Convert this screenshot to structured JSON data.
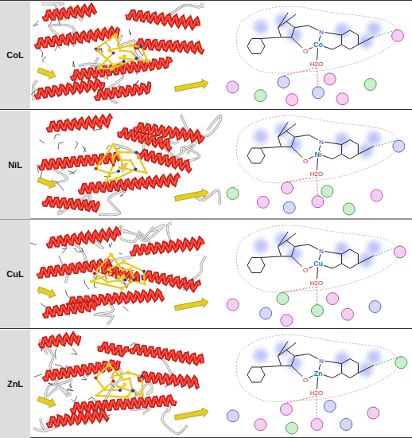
{
  "diagram": {
    "nodes": [
      {
        "text": [
          "CoL"
        ]
      },
      {
        "text": [
          "NiL"
        ]
      },
      {
        "text": [
          "CuL"
        ]
      },
      {
        "text": [
          "ZnL"
        ]
      }
    ],
    "labels": [
      "Co",
      "O",
      "N",
      "H2O",
      "Ni",
      "O",
      "N",
      "H2O",
      "Cu",
      "O",
      "N",
      "H2O",
      "Zn",
      "O",
      "N",
      "H2O"
    ]
  }
}
